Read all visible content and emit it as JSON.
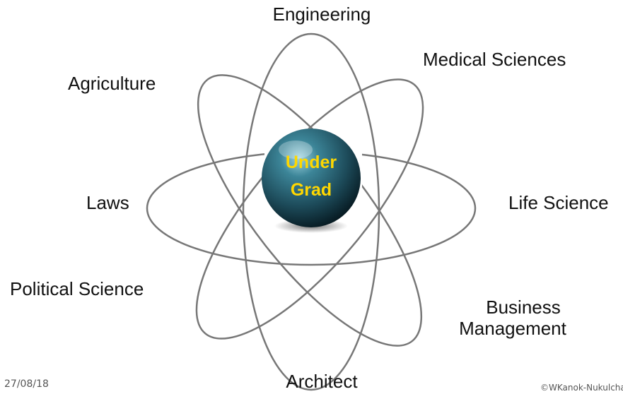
{
  "diagram": {
    "center": {
      "line1": "Under",
      "line2": "Grad",
      "text_color": "#FFD700",
      "sphere_color": "#2d5f70"
    },
    "orbit_color": "#777777",
    "fields": {
      "engineering": "Engineering",
      "medical_sciences": "Medical Sciences",
      "agriculture": "Agriculture",
      "laws": "Laws",
      "life_science": "Life Science",
      "political_science": "Political Science",
      "business_line1": "Business",
      "business_line2": "Management",
      "architect": "Architect"
    }
  },
  "footer": {
    "date": "27/08/18",
    "copyright": "©WKanok-Nukulcha"
  }
}
